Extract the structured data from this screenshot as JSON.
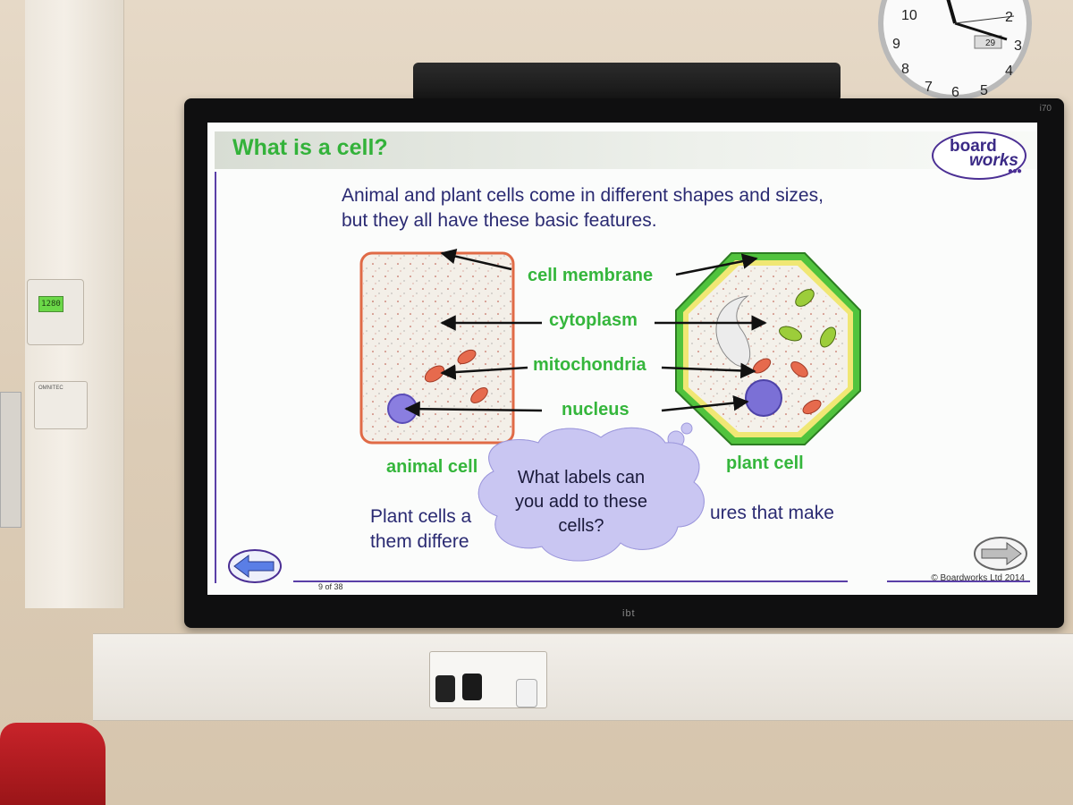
{
  "slide": {
    "title": "What is a cell?",
    "intro_line1": "Animal and plant cells come in different shapes and sizes,",
    "intro_line2": "but they all have these basic features.",
    "labels": {
      "cell_membrane": "cell membrane",
      "cytoplasm": "cytoplasm",
      "mitochondria": "mitochondria",
      "nucleus": "nucleus"
    },
    "captions": {
      "animal_cell": "animal cell",
      "plant_cell": "plant cell"
    },
    "bottom_line1_part1": "Plant cells a",
    "bottom_line1_part2": "ures that make",
    "bottom_line2": "them differe",
    "thought_bubble": "What labels can you add to these cells?",
    "page_number": "9 of 38",
    "copyright": "© Boardworks Ltd 2014",
    "logo_top": "board",
    "logo_bottom": "works",
    "logo_dots": "●●●",
    "nav_back_icon": "arrow-left-icon",
    "nav_next_icon": "arrow-right-icon"
  },
  "room": {
    "thermostat_display": "1280",
    "switch_label": "OMNITEC",
    "tv_model": "i70",
    "tv_brand": "ibt",
    "clock_numbers": [
      "10",
      "2",
      "9",
      "3",
      "8",
      "4",
      "7",
      "6",
      "5"
    ],
    "clock_date": "29"
  },
  "colors": {
    "title_green": "#33b23a",
    "body_navy": "#2a2a72",
    "accent_purple": "#5a3fa7",
    "bubble_lavender": "#c9c6f2"
  }
}
